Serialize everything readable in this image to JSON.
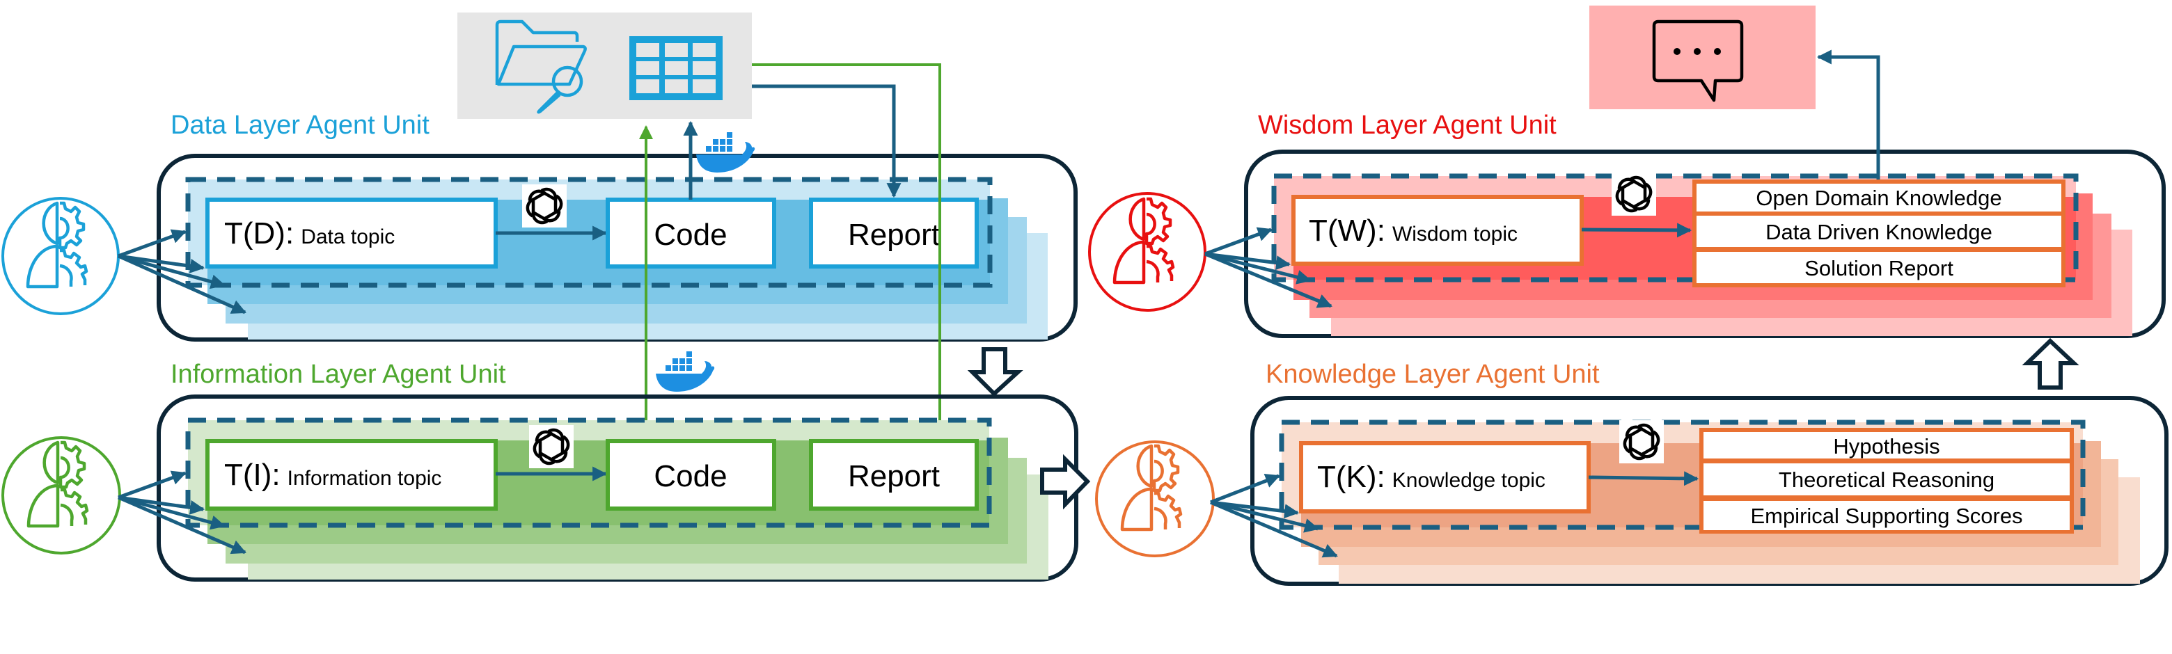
{
  "figure": {
    "description": "Hierarchical agent units: Data, Information, Knowledge, Wisdom layers",
    "colors": {
      "data": "#1ba1d8",
      "information": "#4ea72e",
      "knowledge": "#e97132",
      "wisdom": "#e81010",
      "outline": "#0c2536",
      "flow_arrow": "#1a5f82",
      "data_source_bg": "#e6e6e6",
      "output_bg": "#ffb0b0"
    },
    "data_source": {
      "icons": [
        "folder-search-icon",
        "table-grid-icon"
      ]
    },
    "output": {
      "icon": "chat-bubble-ellipsis-icon"
    },
    "units": {
      "data": {
        "title": "Data Layer Agent Unit",
        "topic_prefix": "T(D):",
        "topic_label": "Data topic",
        "steps": [
          "Code",
          "Report"
        ],
        "icons": [
          "agent-gears-icon",
          "openai-logo-icon",
          "docker-icon"
        ]
      },
      "information": {
        "title": "Information Layer Agent Unit",
        "topic_prefix": "T(I):",
        "topic_label": "Information topic",
        "steps": [
          "Code",
          "Report"
        ],
        "icons": [
          "agent-gears-icon",
          "openai-logo-icon",
          "docker-icon"
        ]
      },
      "knowledge": {
        "title": "Knowledge Layer Agent Unit",
        "topic_prefix": "T(K):",
        "topic_label": "Knowledge topic",
        "outputs": [
          "Hypothesis",
          "Theoretical Reasoning",
          "Empirical Supporting Scores"
        ],
        "icons": [
          "agent-gears-icon",
          "openai-logo-icon"
        ]
      },
      "wisdom": {
        "title": "Wisdom Layer Agent Unit",
        "topic_prefix": "T(W):",
        "topic_label": "Wisdom topic",
        "outputs": [
          "Open Domain Knowledge",
          "Data Driven Knowledge",
          "Solution Report"
        ],
        "icons": [
          "agent-gears-icon",
          "openai-logo-icon"
        ]
      }
    },
    "transitions": [
      {
        "from": "data",
        "to": "information",
        "direction": "down"
      },
      {
        "from": "information",
        "to": "knowledge",
        "direction": "right"
      },
      {
        "from": "knowledge",
        "to": "wisdom",
        "direction": "up"
      }
    ]
  }
}
